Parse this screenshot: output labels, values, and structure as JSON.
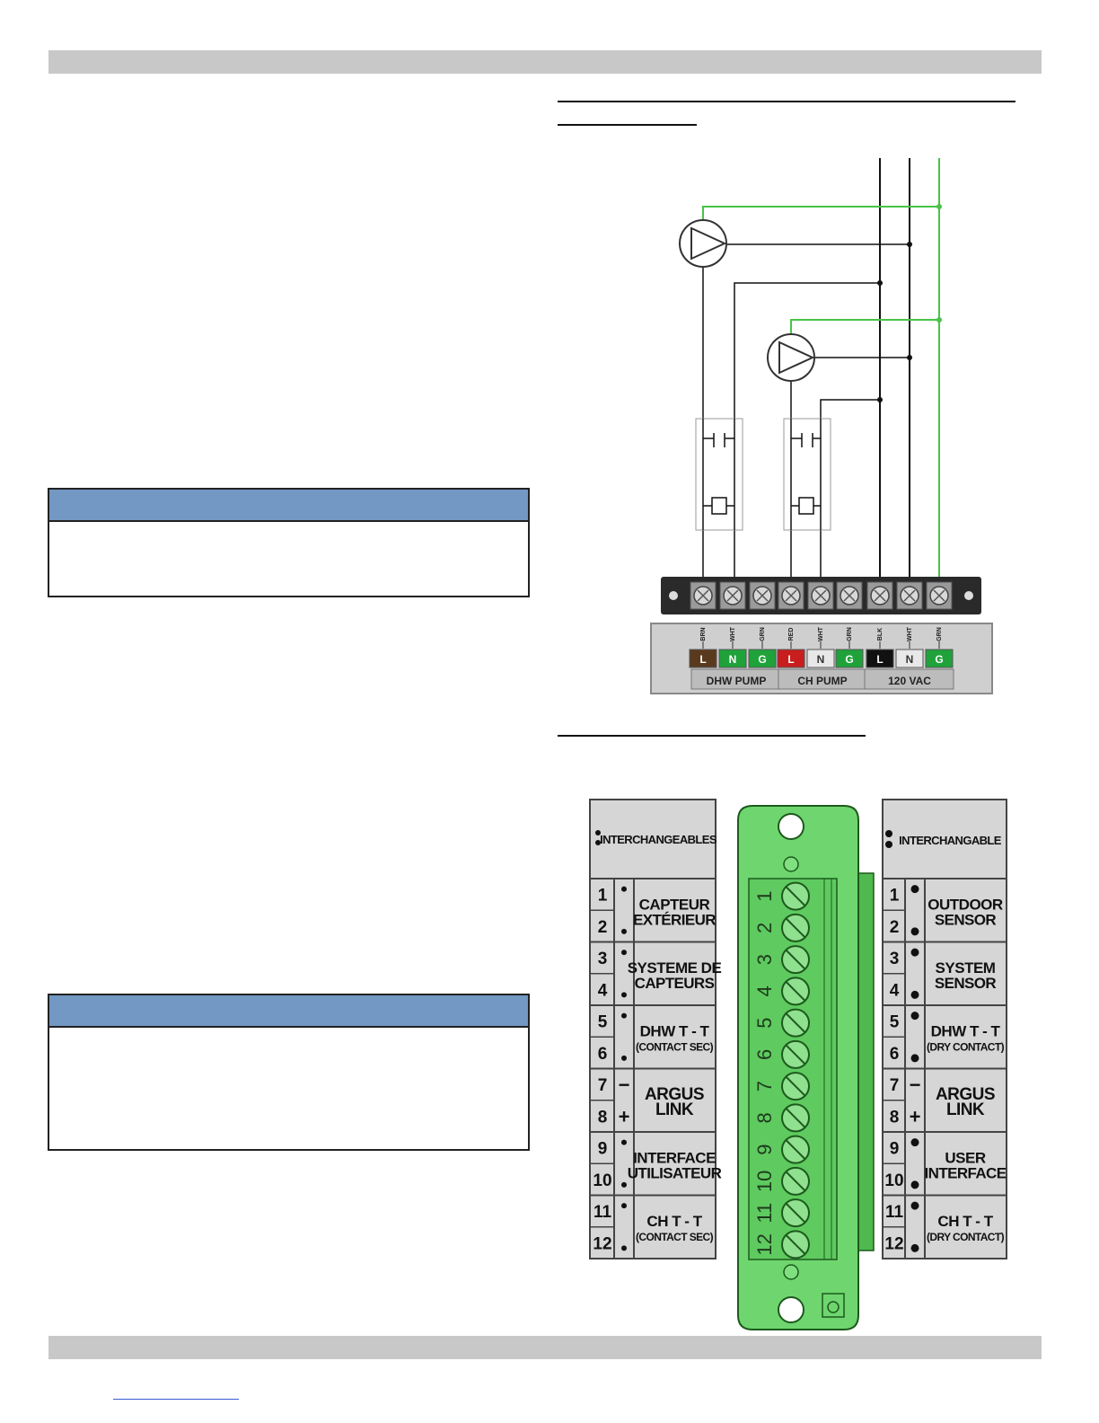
{
  "wiring": {
    "wire_codes": [
      "BRN",
      "WHT",
      "GRN",
      "RED",
      "WHT",
      "GRN",
      "BLK",
      "WHT",
      "GRN"
    ],
    "terminal_letters": [
      "L",
      "N",
      "G",
      "L",
      "N",
      "G",
      "L",
      "N",
      "G"
    ],
    "terminal_colors": [
      "#5a3a1e",
      "#1fa23a",
      "#1fa23a",
      "#c81e1e",
      "#e8e8e8",
      "#1fa23a",
      "#111111",
      "#e8e8e8",
      "#1fa23a"
    ],
    "group_labels": [
      "DHW PUMP",
      "CH PUMP",
      "120 VAC"
    ]
  },
  "connector": {
    "pin_numbers": [
      "1",
      "2",
      "3",
      "4",
      "5",
      "6",
      "7",
      "8",
      "9",
      "10",
      "11",
      "12"
    ],
    "french": {
      "header": "INTERCHANGEABLES",
      "labels": [
        {
          "line1": "CAPTEUR",
          "line2": "EXTÉRIEUR"
        },
        {
          "line1": "SYSTEME DE",
          "line2": "CAPTEURS"
        },
        {
          "line1": "DHW T - T",
          "line2": "(CONTACT SEC)"
        },
        {
          "line1": "ARGUS",
          "line2": "LINK"
        },
        {
          "line1": "INTERFACE",
          "line2": "UTILISATEUR"
        },
        {
          "line1": "CH T - T",
          "line2": "(CONTACT SEC)"
        }
      ]
    },
    "english": {
      "header": "INTERCHANGABLE",
      "labels": [
        {
          "line1": "OUTDOOR",
          "line2": "SENSOR"
        },
        {
          "line1": "SYSTEM",
          "line2": "SENSOR"
        },
        {
          "line1": "DHW T - T",
          "line2": "(DRY CONTACT)"
        },
        {
          "line1": "ARGUS",
          "line2": "LINK"
        },
        {
          "line1": "USER",
          "line2": "INTERFACE"
        },
        {
          "line1": "CH T - T",
          "line2": "(DRY CONTACT)"
        }
      ]
    },
    "polarity_minus": "−",
    "polarity_plus": "+"
  }
}
